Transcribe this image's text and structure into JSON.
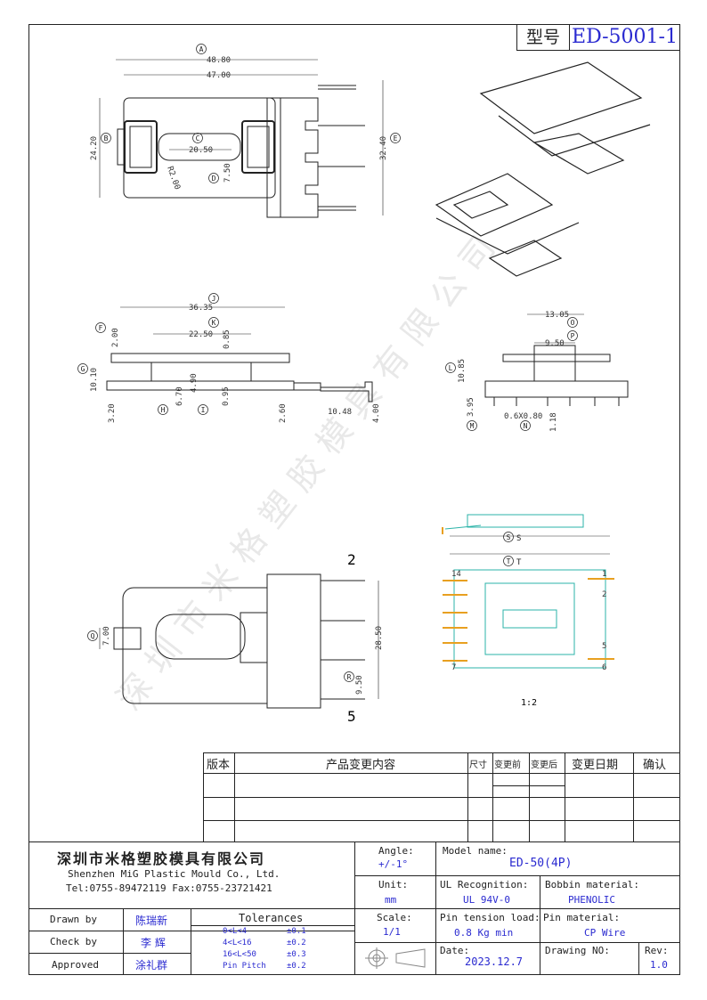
{
  "model_box": {
    "label": "型号",
    "value": "ED-5001-1"
  },
  "drawing": {
    "top_view": {
      "A": "48.80",
      "overall": "47.00",
      "B": "24.20",
      "C": "20.50",
      "radius": "R2.00",
      "D": "7.50",
      "E": "32.40"
    },
    "front_view": {
      "J": "36.35",
      "K": "22.50",
      "F": "2.00",
      "G": "10.10",
      "I_top": "0.85",
      "H": "6.70",
      "I_mid": "4.90",
      "I": "0.95",
      "bot_left": "3.20",
      "c1": "2.60",
      "c2": "10.48",
      "c3": "4.00"
    },
    "side_view": {
      "O": "13.05",
      "P": "9.50",
      "L": "10.85",
      "M": "3.95",
      "N": "0.6X0.80",
      "n2": "1.18"
    },
    "bottom_view": {
      "Q": "7.00",
      "R": "9.50",
      "dim": "28.50",
      "pin2": "2",
      "pin5": "5"
    },
    "pcb": {
      "S": "S",
      "T": "T",
      "pins": {
        "p14": "14",
        "p1": "1",
        "p2": "2",
        "p5": "5",
        "p7": "7",
        "p6": "6"
      },
      "scale": "1:2"
    },
    "letters": [
      "A",
      "B",
      "C",
      "D",
      "E",
      "F",
      "G",
      "H",
      "I",
      "J",
      "K",
      "L",
      "M",
      "N",
      "O",
      "P",
      "Q",
      "R",
      "S",
      "T"
    ],
    "watermark": "深圳市米格塑胶模具有限公司"
  },
  "revision_table": {
    "headers": [
      "版本",
      "产品变更内容",
      "尺寸",
      "变更前",
      "变更后",
      "变更日期",
      "确认"
    ]
  },
  "title_block": {
    "company_cn": "深圳市米格塑胶模具有限公司",
    "company_en": "Shenzhen MiG Plastic Mould Co., Ltd.",
    "contact": "Tel:0755-89472119  Fax:0755-23721421",
    "angle_label": "Angle:",
    "angle_value": "+/-1°",
    "unit_label": "Unit:",
    "unit_value": "mm",
    "scale_label": "Scale:",
    "scale_value": "1/1",
    "model_label": "Model name:",
    "model_value": "ED-50(4P)",
    "ul_label": "UL Recognition:",
    "ul_value": "UL 94V-0",
    "bobbin_label": "Bobbin material:",
    "bobbin_value": "PHENOLIC",
    "tension_label": "Pin tension load:",
    "tension_value": "0.8 Kg min",
    "pin_label": "Pin material:",
    "pin_value": "CP Wire",
    "date_label": "Date:",
    "date_value": "2023.12.7",
    "drawing_no_label": "Drawing NO:",
    "rev_label": "Rev:",
    "rev_value": "1.0",
    "drawn_label": "Drawn by",
    "drawn_value": "陈瑞新",
    "check_label": "Check by",
    "check_value": "李 辉",
    "approved_label": "Approved",
    "approved_value": "涂礼群",
    "tol_title": "Tolerances",
    "tol_rows": [
      [
        "0<L<4",
        "±0.1"
      ],
      [
        "4<L<16",
        "±0.2"
      ],
      [
        "16<L<50",
        "±0.3"
      ],
      [
        "Pin Pitch",
        "±0.2"
      ]
    ]
  }
}
